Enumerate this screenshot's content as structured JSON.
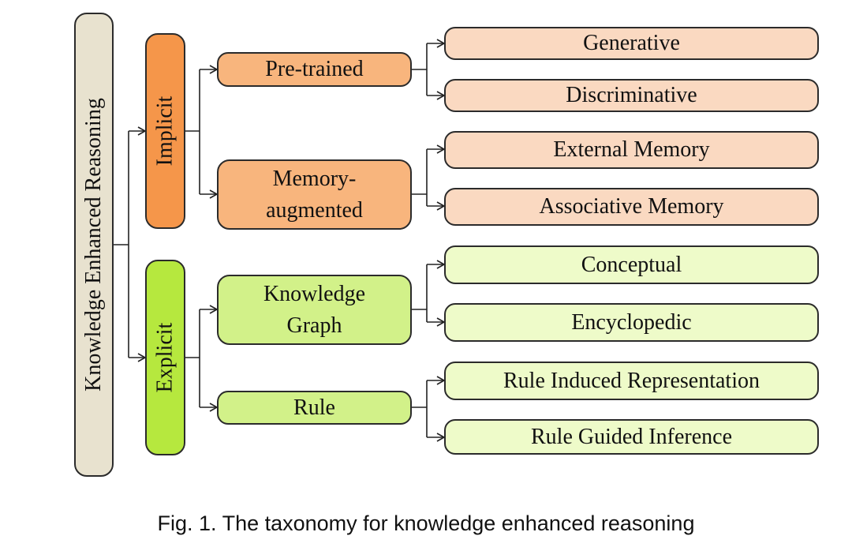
{
  "diagram": {
    "root": "Knowledge Enhanced Reasoning",
    "implicit": {
      "label": "Implicit",
      "pretrained": {
        "label": "Pre-trained",
        "children": [
          "Generative",
          "Discriminative"
        ]
      },
      "memory": {
        "label_line1": "Memory-",
        "label_line2": "augmented",
        "children": [
          "External Memory",
          "Associative Memory"
        ]
      }
    },
    "explicit": {
      "label": "Explicit",
      "kg": {
        "label_line1": "Knowledge",
        "label_line2": "Graph",
        "children": [
          "Conceptual",
          "Encyclopedic"
        ]
      },
      "rule": {
        "label": "Rule",
        "children": [
          "Rule Induced Representation",
          "Rule Guided Inference"
        ]
      }
    }
  },
  "caption": "Fig. 1.  The taxonomy for knowledge enhanced reasoning",
  "colors": {
    "root": "#e8e2cf",
    "implicit": "#f5964a",
    "implicit_mid": "#f8b57d",
    "implicit_leaf": "#fad9c1",
    "explicit": "#b6e83e",
    "explicit_mid": "#d2f189",
    "explicit_leaf": "#eefbc9"
  }
}
